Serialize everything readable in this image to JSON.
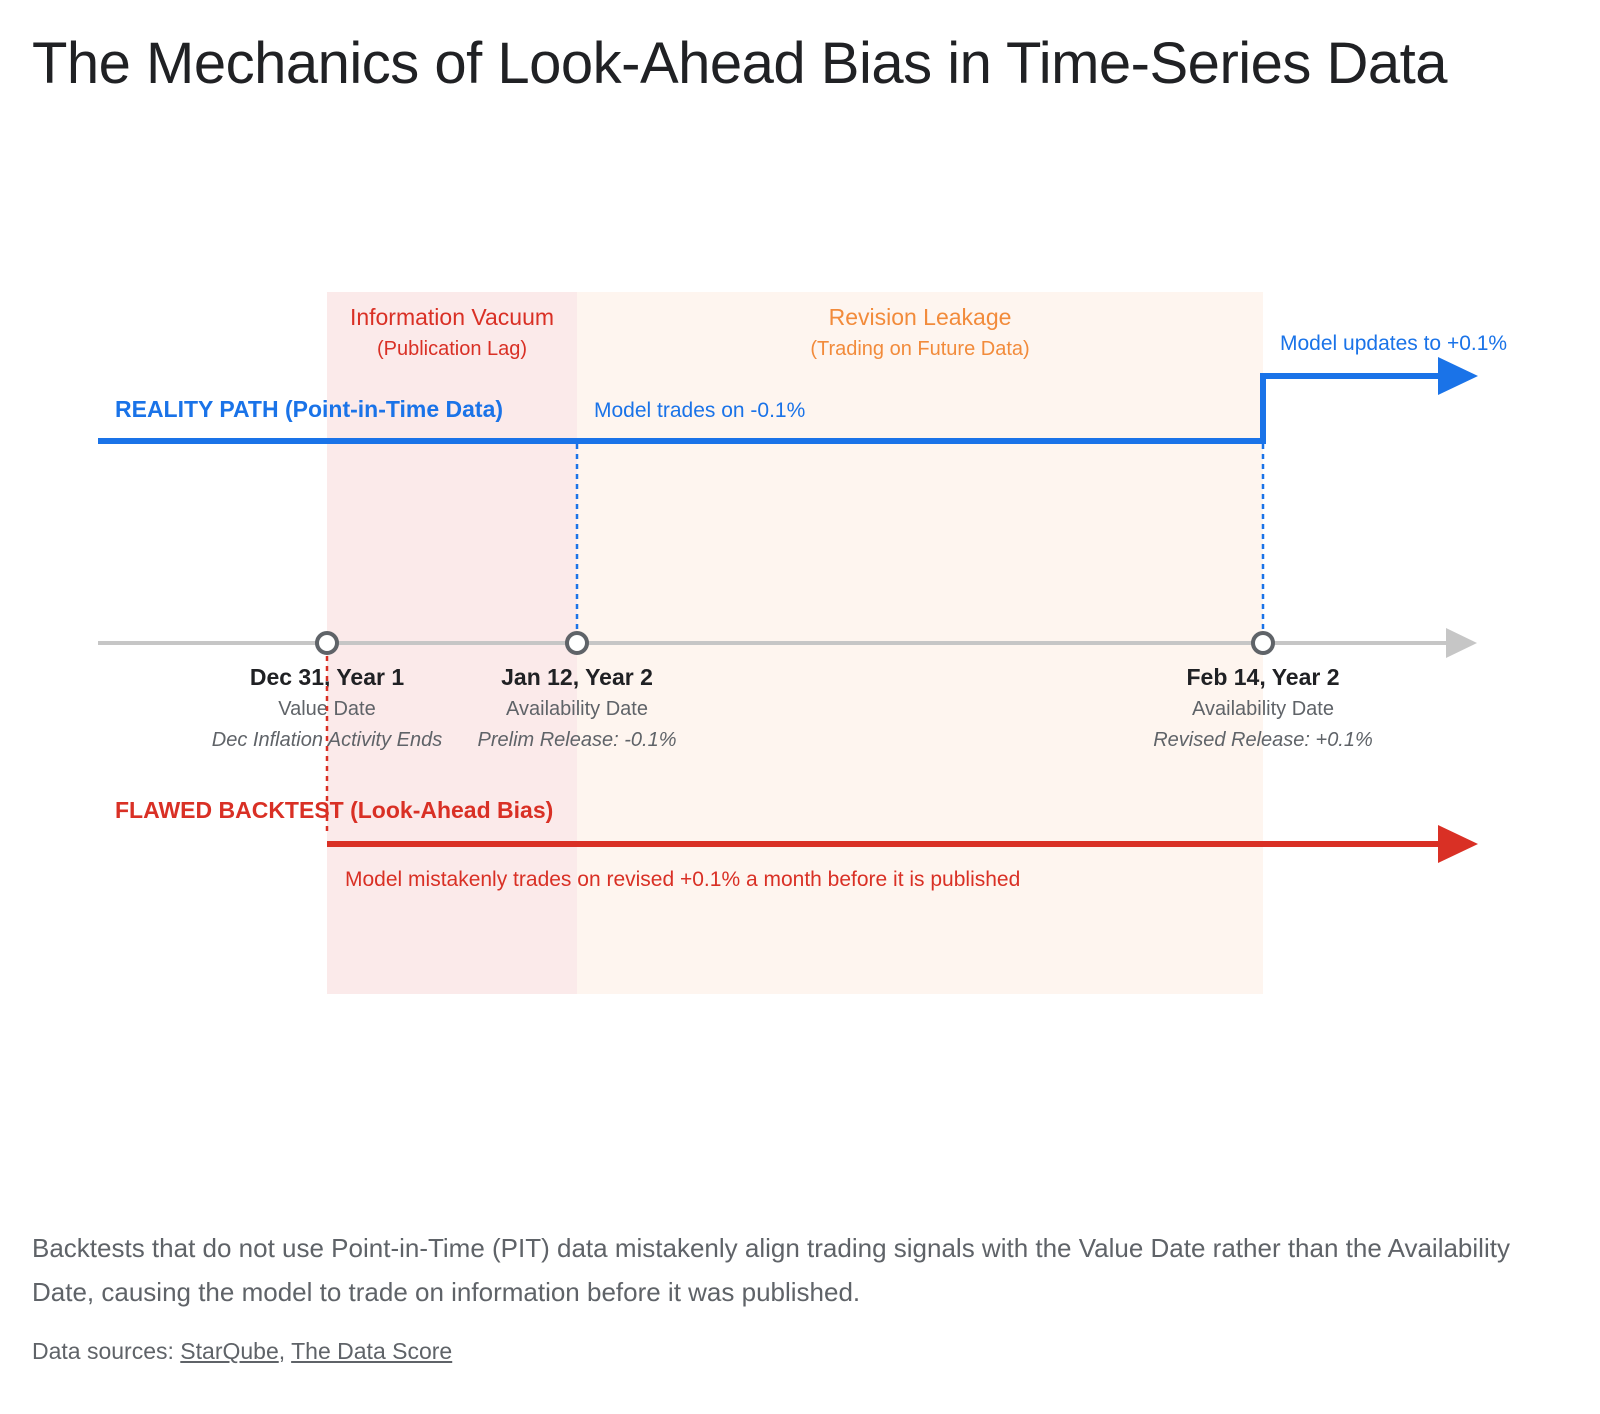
{
  "title": "The Mechanics of Look-Ahead Bias in Time-Series Data",
  "zones": {
    "vacuum": {
      "title": "Information Vacuum",
      "subtitle": "(Publication Lag)",
      "color": "#d93025",
      "fill": "#fbeaea"
    },
    "leakage": {
      "title": "Revision Leakage",
      "subtitle": "(Trading on Future Data)",
      "color": "#f28b3b",
      "fill": "#fef5ef"
    }
  },
  "reality_path": {
    "label": "REALITY PATH (Point-in-Time Data)",
    "trade_note": "Model trades on -0.1%",
    "update_note": "Model updates to +0.1%",
    "color": "#1a73e8"
  },
  "flawed_backtest": {
    "label": "FLAWED BACKTEST (Look-Ahead Bias)",
    "note": "Model mistakenly trades on revised +0.1% a month before it is published",
    "color": "#d93025"
  },
  "timeline": {
    "axis_color": "#c6c6c6",
    "milestones": [
      {
        "date": "Dec 31, Year 1",
        "kind": "Value Date",
        "detail": "Dec Inflation Activity Ends"
      },
      {
        "date": "Jan 12, Year 2",
        "kind": "Availability Date",
        "detail": "Prelim Release: -0.1%"
      },
      {
        "date": "Feb 14, Year 2",
        "kind": "Availability Date",
        "detail": "Revised Release: +0.1%"
      }
    ]
  },
  "caption": "Backtests that do not use Point-in-Time (PIT) data mistakenly align trading signals with the Value Date rather than the Availability Date, causing the model to trade on information before it was published.",
  "sources": {
    "prefix": "Data sources: ",
    "separator": ", ",
    "links": [
      "StarQube",
      "The Data Score"
    ]
  }
}
